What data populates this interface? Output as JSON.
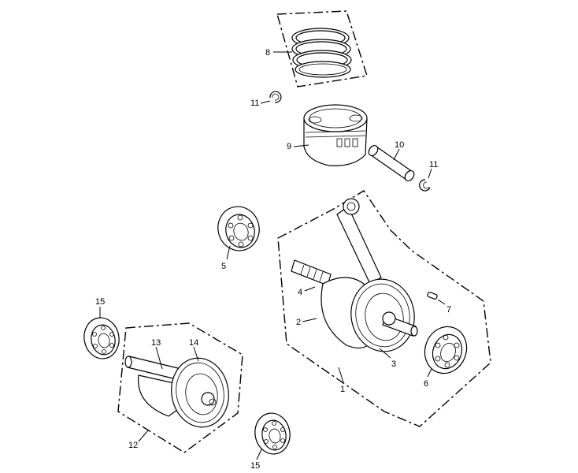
{
  "diagram": {
    "labels": {
      "l1": "1",
      "l2": "2",
      "l3": "3",
      "l4": "4",
      "l5": "5",
      "l6": "6",
      "l7": "7",
      "l8": "8",
      "l9": "9",
      "l10": "10",
      "l11a": "11",
      "l11b": "11",
      "l12": "12",
      "l13": "13",
      "l14": "14",
      "l15a": "15",
      "l15b": "15"
    }
  }
}
